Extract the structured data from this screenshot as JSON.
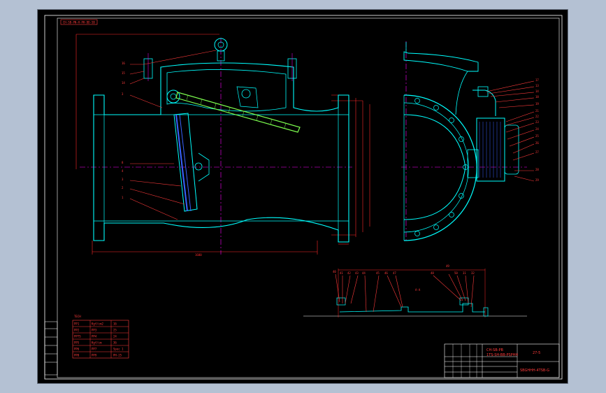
{
  "drawing": {
    "stamp_top_left": "CH-SB-PN-H-PH-DD-SB",
    "section_label": "A-A",
    "title_block": {
      "drawing_number": "SBGHHH-4TSB-G",
      "revision_code": "27-5",
      "name_line_1": "CH-SB-PB",
      "name_line_2": "1TS-SH-BB-PSPHH"
    },
    "spec_table": {
      "heading": "TECH",
      "rows": [
        [
          "PP1",
          "Kgf/cm2",
          "16"
        ],
        [
          "PP2",
          "PP3",
          "25"
        ],
        [
          "PPTS",
          "PP4",
          "24"
        ],
        [
          "PP5",
          "Kgf/cm",
          "36"
        ],
        [
          "PP6",
          "PP7",
          "Spec 1"
        ],
        [
          "PP8",
          "PP9",
          "PH-25"
        ]
      ]
    },
    "balloons_main": [
      "16",
      "15",
      "14",
      "3",
      "8",
      "4",
      "3",
      "2",
      "1"
    ],
    "balloons_side": [
      "17",
      "13",
      "14",
      "18",
      "19",
      "21",
      "22",
      "23",
      "24",
      "25",
      "26",
      "27",
      "28",
      "29"
    ],
    "balloons_bottom": [
      "40",
      "41",
      "42",
      "43",
      "44",
      "45",
      "46",
      "47",
      "48",
      "49",
      "50",
      "31",
      "32"
    ],
    "dim_overall": "1600",
    "accent_colors": {
      "background": "#000000",
      "frame": "#ffffff",
      "outline": "#00ffff",
      "dimension": "#ff2a2a",
      "centerline": "#ff00ff",
      "disc": "#7dff4f",
      "hatch": "#3a63ff",
      "balloon": "#ff3b3b"
    }
  }
}
